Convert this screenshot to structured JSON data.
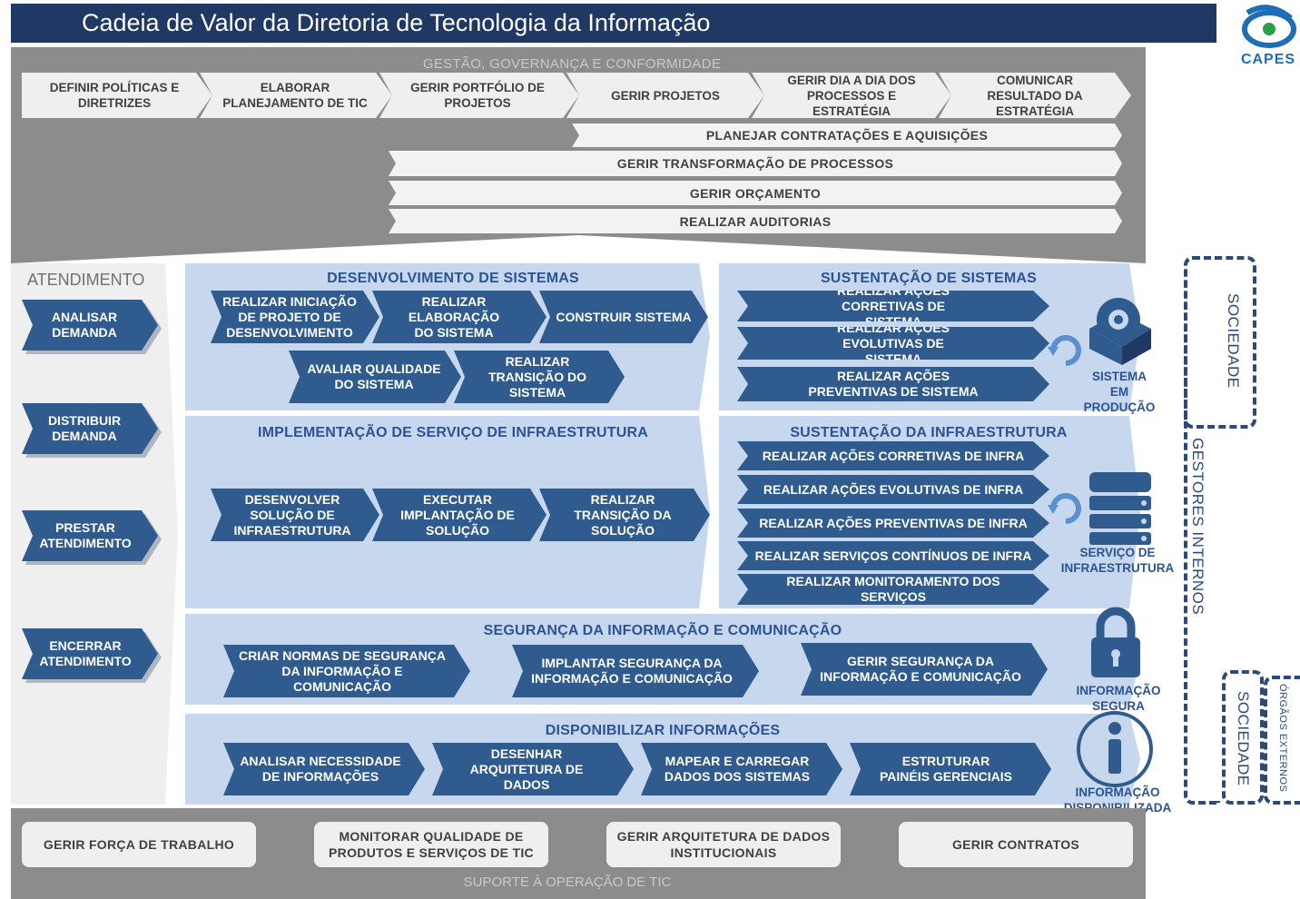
{
  "header": {
    "title": "Cadeia de Valor da Diretoria de Tecnologia da Informação",
    "logo_text": "CAPES"
  },
  "governance": {
    "title": "GESTÃO, GOVERNANÇA E CONFORMIDADE",
    "steps": [
      "DEFINIR POLÍTICAS E DIRETRIZES",
      "ELABORAR PLANEJAMENTO DE TIC",
      "GERIR PORTFÓLIO DE PROJETOS",
      "GERIR PROJETOS",
      "GERIR DIA A DIA DOS PROCESSOS E ESTRATÉGIA",
      "COMUNICAR RESULTADO DA ESTRATÉGIA"
    ],
    "bars": [
      "PLANEJAR CONTRATAÇÕES E AQUISIÇÕES",
      "GERIR TRANSFORMAÇÃO DE PROCESSOS",
      "GERIR ORÇAMENTO",
      "REALIZAR AUDITORIAS"
    ]
  },
  "atendimento": {
    "title": "ATENDIMENTO",
    "steps": [
      "ANALISAR DEMANDA",
      "DISTRIBUIR DEMANDA",
      "PRESTAR ATENDIMENTO",
      "ENCERRAR ATENDIMENTO"
    ]
  },
  "dev": {
    "title": "DESENVOLVIMENTO DE SISTEMAS",
    "steps": [
      "REALIZAR INICIAÇÃO DE PROJETO DE DESENVOLVIMENTO",
      "REALIZAR ELABORAÇÃO DO SISTEMA",
      "CONSTRUIR SISTEMA",
      "AVALIAR QUALIDADE DO SISTEMA",
      "REALIZAR TRANSIÇÃO DO SISTEMA"
    ]
  },
  "sust_sis": {
    "title": "SUSTENTAÇÃO DE SISTEMAS",
    "steps": [
      "REALIZAR AÇÕES CORRETIVAS DE SISTEMA",
      "REALIZAR AÇÕES EVOLUTIVAS DE SISTEMA",
      "REALIZAR AÇÕES PREVENTIVAS DE SISTEMA"
    ]
  },
  "infra": {
    "title": "IMPLEMENTAÇÃO DE SERVIÇO DE INFRAESTRUTURA",
    "steps": [
      "DESENVOLVER SOLUÇÃO DE INFRAESTRUTURA",
      "EXECUTAR IMPLANTAÇÃO DE SOLUÇÃO",
      "REALIZAR TRANSIÇÃO DA SOLUÇÃO"
    ]
  },
  "sust_infra": {
    "title": "SUSTENTAÇÃO DA INFRAESTRUTURA",
    "steps": [
      "REALIZAR AÇÕES CORRETIVAS DE INFRA",
      "REALIZAR AÇÕES EVOLUTIVAS DE INFRA",
      "REALIZAR AÇÕES PREVENTIVAS DE INFRA",
      "REALIZAR SERVIÇOS CONTÍNUOS DE INFRA",
      "REALIZAR MONITORAMENTO DOS SERVIÇOS"
    ]
  },
  "seg": {
    "title": "SEGURANÇA DA INFORMAÇÃO E COMUNICAÇÃO",
    "steps": [
      "CRIAR NORMAS DE SEGURANÇA DA INFORMAÇÃO E COMUNICAÇÃO",
      "IMPLANTAR SEGURANÇA DA INFORMAÇÃO E COMUNICAÇÃO",
      "GERIR SEGURANÇA DA INFORMAÇÃO E COMUNICAÇÃO"
    ]
  },
  "disp": {
    "title": "DISPONIBILIZAR INFORMAÇÕES",
    "steps": [
      "ANALISAR NECESSIDADE DE INFORMAÇÕES",
      "DESENHAR ARQUITETURA DE DADOS",
      "MAPEAR E CARREGAR DADOS DOS SISTEMAS",
      "ESTRUTURAR PAINÉIS GERENCIAIS"
    ]
  },
  "outputs": [
    "SISTEMA EM PRODUÇÃO",
    "SERVIÇO DE INFRAESTRUTURA",
    "INFORMAÇÃO SEGURA",
    "INFORMAÇÃO DISPONIBILIZADA"
  ],
  "stakeholders": {
    "sociedade_top": "SOCIEDADE",
    "gestores": "GESTORES INTERNOS",
    "sociedade_bottom": "SOCIEDADE",
    "orgaos": "ÓRGÃOS EXTERNOS"
  },
  "support": {
    "title": "SUPORTE À OPERAÇÃO DE TIC",
    "items": [
      "GERIR FORÇA DE TRABALHO",
      "MONITORAR QUALIDADE DE PRODUTOS E SERVIÇOS DE TIC",
      "GERIR ARQUITETURA DE DADOS INSTITUCIONAIS",
      "GERIR CONTRATOS"
    ]
  },
  "colors": {
    "navy": "#1f3864",
    "step_blue": "#2f5b8f",
    "panel": "#c6d7ee",
    "gray": "#8c8c8c"
  }
}
